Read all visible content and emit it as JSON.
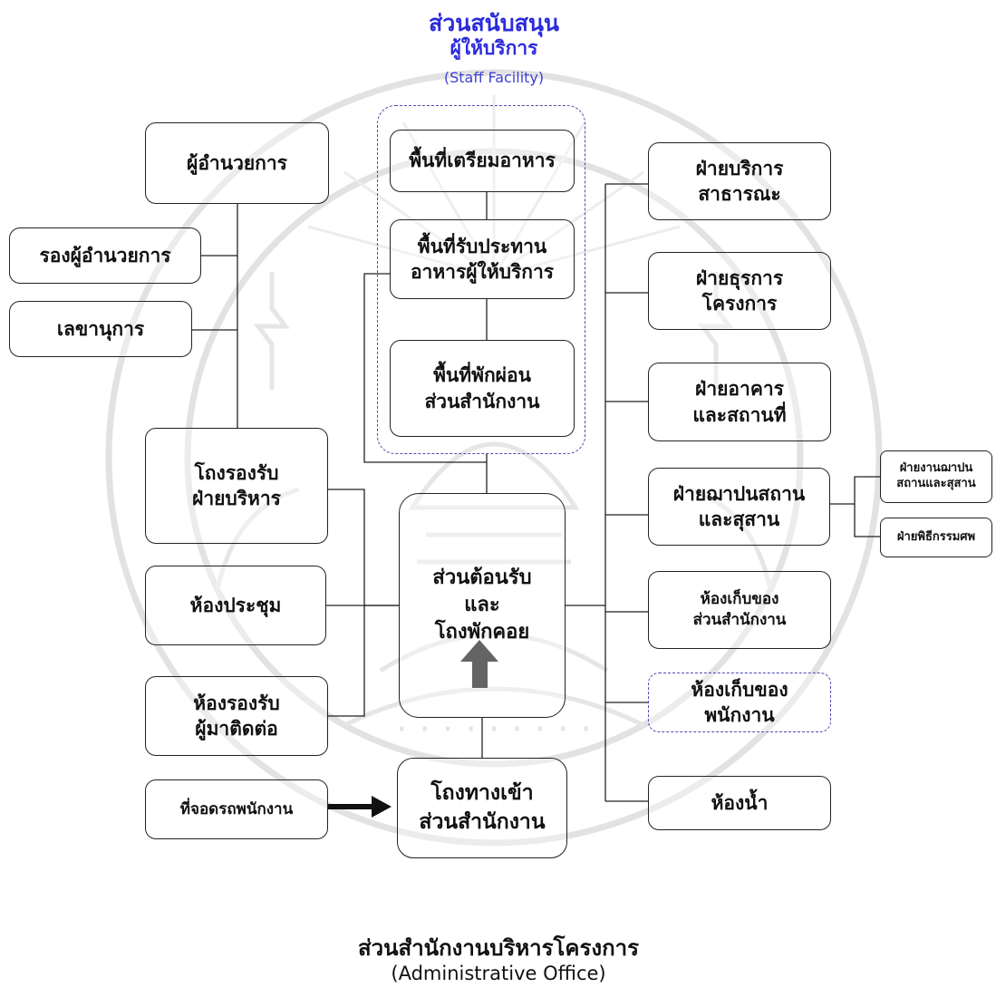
{
  "header": {
    "title": "ส่วนสนับสนุน",
    "subtitle": "ผู้ให้บริการ",
    "english": "(Staff Facility)",
    "color": "#2b2bdc",
    "english_color": "#4040d8"
  },
  "footer": {
    "title": "ส่วนสำนักงานบริหารโครงการ",
    "english": "(Administrative Office)"
  },
  "nodes": {
    "director": [
      "ผู้อำนวยการ"
    ],
    "deputy_director": [
      "รองผู้อำนวยการ"
    ],
    "secretary": [
      "เลขานุการ"
    ],
    "admin_hall": [
      "โถงรองรับ",
      "ฝ่ายบริหาร"
    ],
    "meeting_room": [
      "ห้องประชุม"
    ],
    "visitor_room": [
      "ห้องรองรับ",
      "ผู้มาติดต่อ"
    ],
    "staff_parking": [
      "ที่จอดรถพนักงาน"
    ],
    "food_prep": [
      "พื้นที่เตรียมอาหาร"
    ],
    "staff_dining": [
      "พื้นที่รับประทาน",
      "อาหารผู้ให้บริการ"
    ],
    "office_rest": [
      "พื้นที่พักผ่อน",
      "ส่วนสำนักงาน"
    ],
    "reception_lobby": [
      "ส่วนต้อนรับ",
      "และ",
      "โถงพักคอย"
    ],
    "office_entrance": [
      "โถงทางเข้า",
      "ส่วนสำนักงาน"
    ],
    "public_service": [
      "ฝ่ายบริการ",
      "สาธารณะ"
    ],
    "project_admin": [
      "ฝ่ายธุรการ",
      "โครงการ"
    ],
    "building_grounds": [
      "ฝ่ายอาคาร",
      "และสถานที่"
    ],
    "crematorium_cemetery": [
      "ฝ่ายฌาปนสถาน",
      "และสุสาน"
    ],
    "crematorium_work": [
      "ฝ่ายงานฌาปน",
      "สถานและสุสาน"
    ],
    "funeral_rites": [
      "ฝ่ายพิธีกรรมศพ"
    ],
    "office_storage": [
      "ห้องเก็บของ",
      "ส่วนสำนักงาน"
    ],
    "staff_storage": [
      "ห้องเก็บของ",
      "พนักงาน"
    ],
    "restroom": [
      "ห้องน้ำ"
    ]
  },
  "icons": {
    "parking_arrow": "arrow-right-icon",
    "entry_arrow": "arrow-up-icon"
  }
}
